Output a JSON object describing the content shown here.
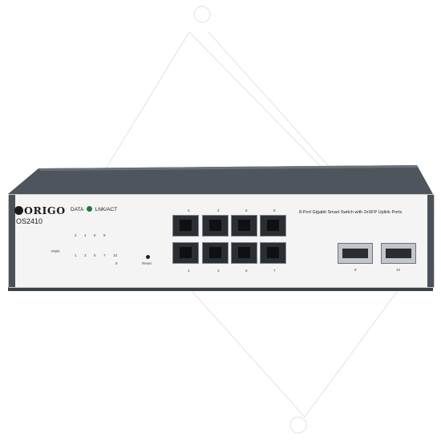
{
  "device": {
    "brand": "ORIGO",
    "model": "OS2410",
    "led_data_label": "DATA",
    "led_lnk_label": "LNK/ACT",
    "pwr_label": "PWR",
    "reset_label": "Reset",
    "description": "8-Port Gigabit Smart Switch with 2xSFP Uplink Ports",
    "led_top_numbers": [
      "2",
      "4",
      "6",
      "8"
    ],
    "led_bottom_numbers": [
      "1",
      "3",
      "5",
      "7",
      "10"
    ],
    "led_extra": "9",
    "rj_top_numbers": [
      "2",
      "4",
      "6",
      "8"
    ],
    "rj_bottom_numbers": [
      "1",
      "3",
      "5",
      "7"
    ],
    "sfp_labels": [
      "9",
      "10"
    ]
  }
}
